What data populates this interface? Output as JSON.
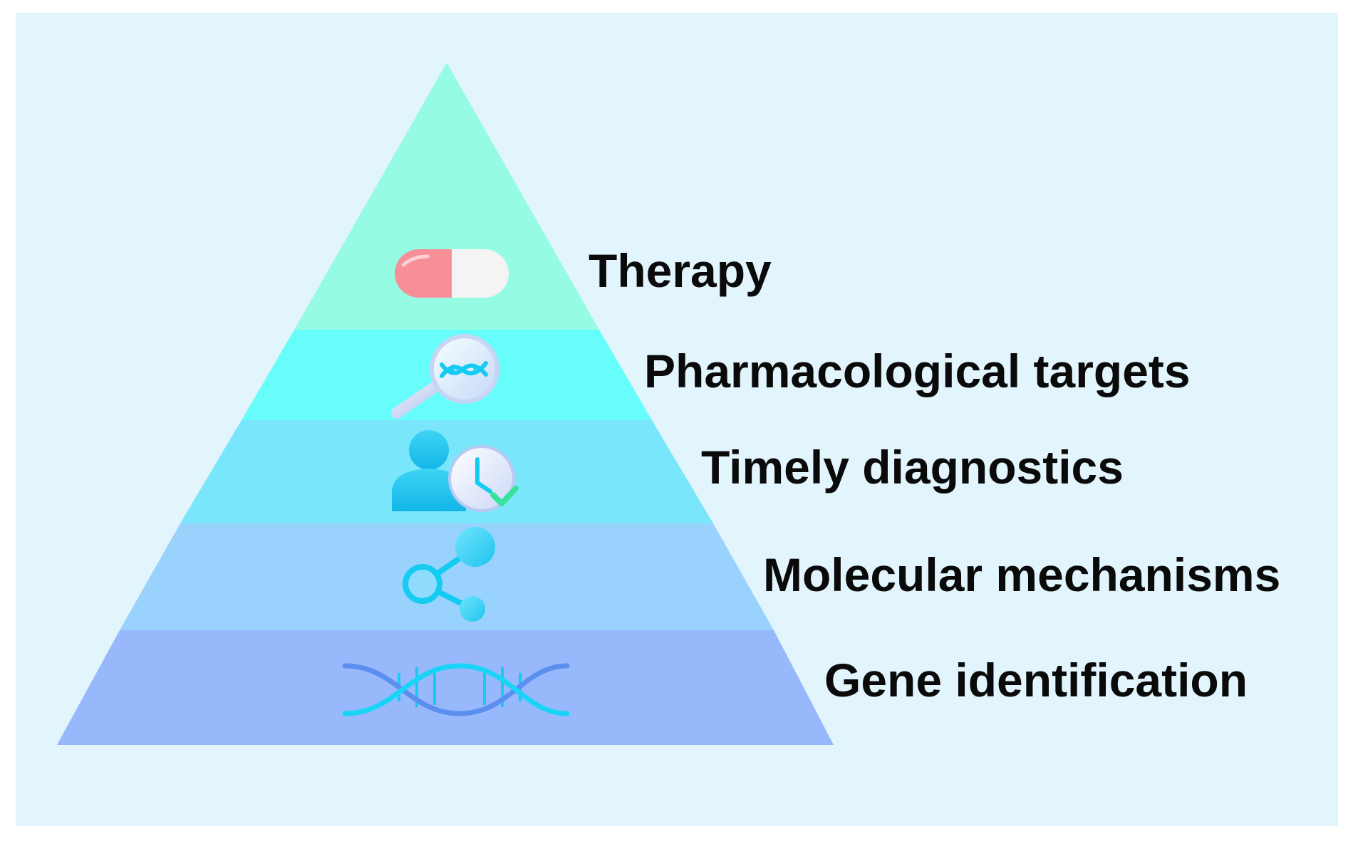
{
  "pyramid": {
    "levels": [
      {
        "label": "Therapy",
        "icon": "pill-capsule-icon",
        "color": "#95fbe2"
      },
      {
        "label": "Pharmacological targets",
        "icon": "dna-magnifier-icon",
        "color": "#67fdfb"
      },
      {
        "label": "Timely diagnostics",
        "icon": "patient-clock-icon",
        "color": "#7ae6fb"
      },
      {
        "label": "Molecular mechanisms",
        "icon": "molecule-network-icon",
        "color": "#99d3fd"
      },
      {
        "label": "Gene identification",
        "icon": "dna-helix-icon",
        "color": "#98b8fc"
      }
    ]
  },
  "colors": {
    "background": "#e2f4fc",
    "icon_cyan": "#14cbf2",
    "pill_red": "#f68f98",
    "pill_white": "#f5f3f3",
    "check_green": "#37e39b"
  }
}
